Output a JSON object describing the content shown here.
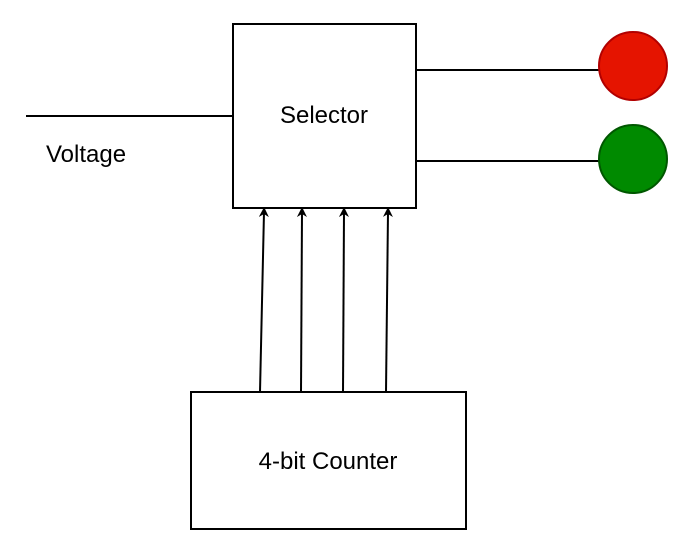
{
  "diagram": {
    "blocks": {
      "selector": {
        "label": "Selector"
      },
      "counter": {
        "label": "4-bit Counter"
      }
    },
    "input_label": "Voltage",
    "indicators": {
      "red": {
        "fill": "#e51400",
        "stroke": "#b20000"
      },
      "green": {
        "fill": "#008a00",
        "stroke": "#005700"
      }
    },
    "line_color": "#000000"
  }
}
